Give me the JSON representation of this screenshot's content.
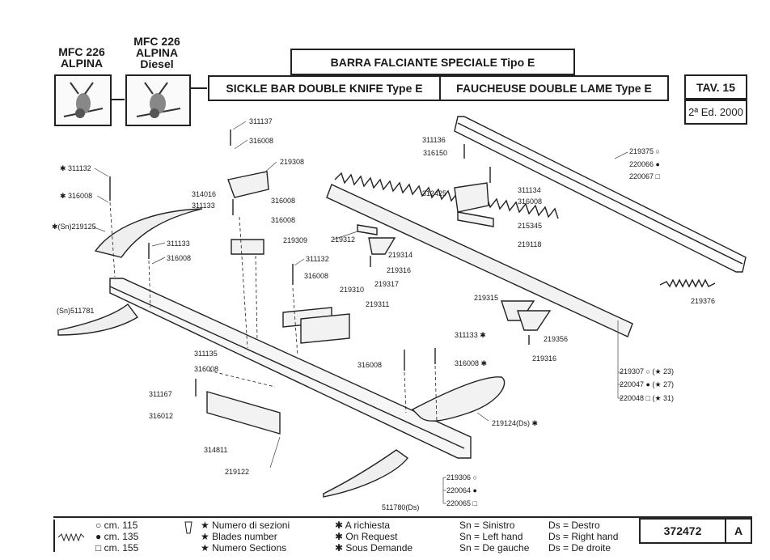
{
  "header": {
    "model_1": [
      "MFC 226",
      "ALPINA"
    ],
    "model_2": [
      "MFC 226",
      "ALPINA",
      "Diesel"
    ],
    "title_it": "BARRA FALCIANTE SPECIALE Tipo E",
    "title_en": "SICKLE BAR DOUBLE KNIFE Type E",
    "title_fr": "FAUCHEUSE DOUBLE LAME Type E",
    "table_no": "TAV. 15",
    "edition": "2ª Ed. 2000"
  },
  "parts": [
    {
      "id": "p-311132a",
      "text": "✱ 311132"
    },
    {
      "id": "p-316008a",
      "text": "✱ 316008"
    },
    {
      "id": "p-219125",
      "text": "✱(Sn)219125"
    },
    {
      "id": "p-311133a",
      "text": "311133"
    },
    {
      "id": "p-316008b",
      "text": "316008"
    },
    {
      "id": "p-511781",
      "text": "(Sn)511781"
    },
    {
      "id": "p-311137",
      "text": "311137"
    },
    {
      "id": "p-316008c",
      "text": "316008"
    },
    {
      "id": "p-219308",
      "text": "219308"
    },
    {
      "id": "p-314016",
      "text": "314016"
    },
    {
      "id": "p-311133b",
      "text": "311133"
    },
    {
      "id": "p-316008d",
      "text": "316008"
    },
    {
      "id": "p-316008e",
      "text": "316008"
    },
    {
      "id": "p-219309",
      "text": "219309"
    },
    {
      "id": "p-311132b",
      "text": "311132"
    },
    {
      "id": "p-316008f",
      "text": "316008"
    },
    {
      "id": "p-219310",
      "text": "219310"
    },
    {
      "id": "p-219311",
      "text": "219311"
    },
    {
      "id": "p-219312",
      "text": "219312"
    },
    {
      "id": "p-219314",
      "text": "219314"
    },
    {
      "id": "p-219316a",
      "text": "219316"
    },
    {
      "id": "p-219317",
      "text": "219317"
    },
    {
      "id": "p-311136",
      "text": "311136"
    },
    {
      "id": "p-316150",
      "text": "316150"
    },
    {
      "id": "p-312425",
      "text": "312425"
    },
    {
      "id": "p-311134",
      "text": "311134"
    },
    {
      "id": "p-316008g",
      "text": "316008"
    },
    {
      "id": "p-215345",
      "text": "215345"
    },
    {
      "id": "p-219118",
      "text": "219118"
    },
    {
      "id": "p-219375",
      "text": "219375 ○"
    },
    {
      "id": "p-220066",
      "text": "220066 ●"
    },
    {
      "id": "p-220067",
      "text": "220067 □"
    },
    {
      "id": "p-219376",
      "text": "219376"
    },
    {
      "id": "p-219315",
      "text": "219315"
    },
    {
      "id": "p-219356",
      "text": "219356"
    },
    {
      "id": "p-219316b",
      "text": "219316"
    },
    {
      "id": "p-311133c",
      "text": "311133 ✱"
    },
    {
      "id": "p-316008h",
      "text": "316008"
    },
    {
      "id": "p-316008i",
      "text": "316008 ✱"
    },
    {
      "id": "p-219307",
      "text": "219307 ○ (★ 23)"
    },
    {
      "id": "p-220047",
      "text": "220047 ● (★ 27)"
    },
    {
      "id": "p-220048",
      "text": "220048 □ (★ 31)"
    },
    {
      "id": "p-219124",
      "text": "219124(Ds) ✱"
    },
    {
      "id": "p-311135",
      "text": "311135"
    },
    {
      "id": "p-316008j",
      "text": "316008"
    },
    {
      "id": "p-311167",
      "text": "311167"
    },
    {
      "id": "p-316012",
      "text": "316012"
    },
    {
      "id": "p-314811",
      "text": "314811"
    },
    {
      "id": "p-219122",
      "text": "219122"
    },
    {
      "id": "p-219306",
      "text": "219306 ○"
    },
    {
      "id": "p-220064",
      "text": "220064 ●"
    },
    {
      "id": "p-220065",
      "text": "220065 □"
    },
    {
      "id": "p-511780",
      "text": "511780(Ds)"
    }
  ],
  "legend": {
    "lengths": [
      "○ cm. 115",
      "● cm. 135",
      "□ cm. 155"
    ],
    "sections": [
      "★ Numero di sezioni",
      "★ Blades number",
      "★ Numero Sections"
    ],
    "request": [
      "✱ A richiesta",
      "✱ On Request",
      "✱ Sous Demande"
    ],
    "left": [
      "Sn = Sinistro",
      "Sn = Left hand",
      "Sn = De gauche"
    ],
    "right": [
      "Ds = Destro",
      "Ds = Right hand",
      "Ds = De droite"
    ],
    "code": "372472",
    "rev": "A"
  }
}
